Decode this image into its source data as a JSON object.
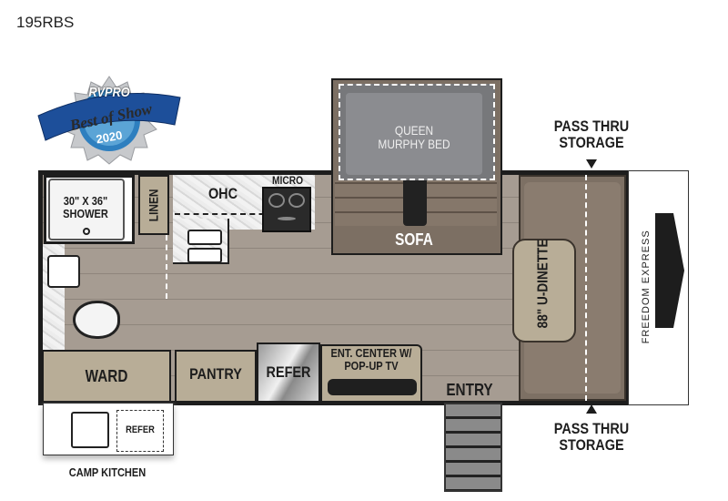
{
  "model": "195RBS",
  "badge": {
    "line1": "RVPRO",
    "line2": "Best of Show",
    "line3": "2020"
  },
  "rooms": {
    "shower": "30\" X 36\" SHOWER",
    "linen": "LINEN",
    "ohc": "OHC",
    "micro": "MICRO",
    "murphy_bed": "QUEEN MURPHY BED",
    "sofa": "SOFA",
    "dinette": "88\" U-DINETTE",
    "ward": "WARD",
    "pantry": "PANTRY",
    "refer": "REFER",
    "ent_center": "ENT. CENTER W/ POP-UP TV",
    "entry": "ENTRY",
    "camp_refer": "REFER",
    "camp_kitchen": "CAMP KITCHEN"
  },
  "pass_thru_top": "PASS THRU STORAGE",
  "pass_thru_bottom": "PASS THRU STORAGE",
  "brand": "FREEDOM EXPRESS"
}
